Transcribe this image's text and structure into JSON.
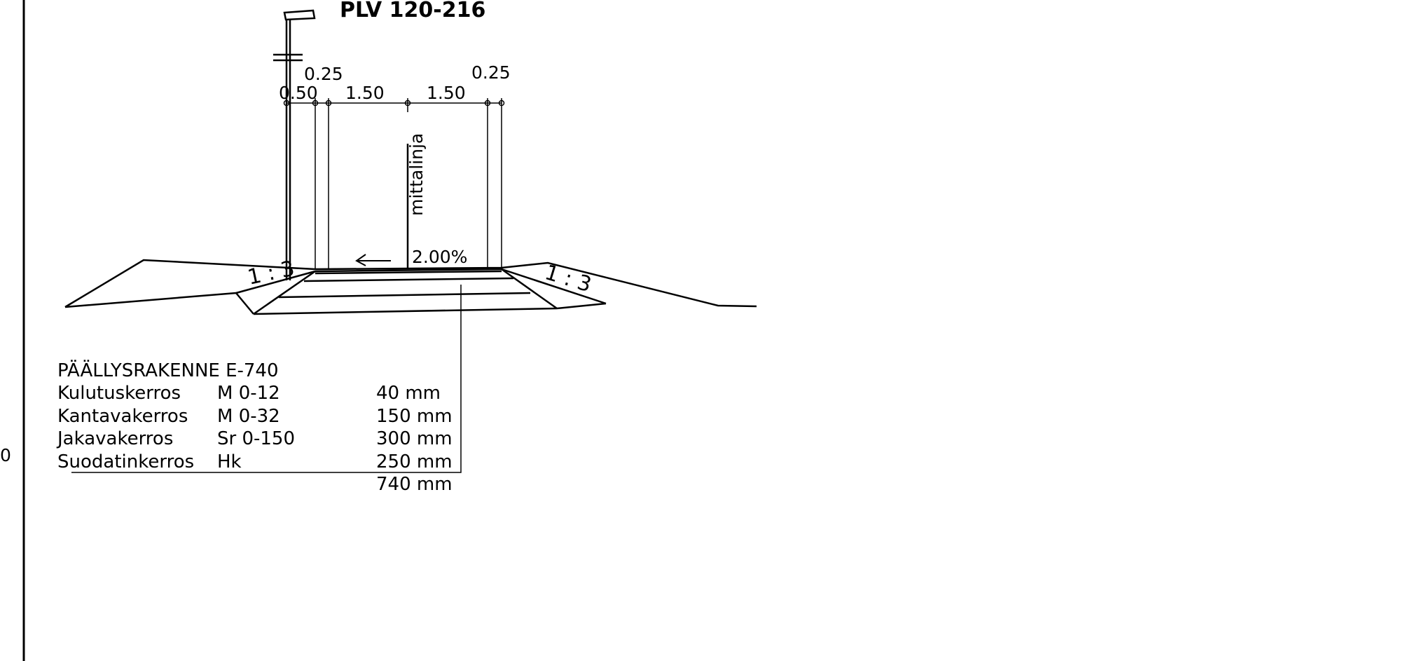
{
  "title": "PLV 120-216",
  "left_edge_text": "0",
  "dimensions": {
    "top_left": "0.25",
    "top_right": "0.25",
    "first": "0.50",
    "second": "1.50",
    "third": "1.50"
  },
  "centerline_label": "mittalinja",
  "crossfall": "2.00%",
  "slope_left": "1 : 3",
  "slope_right": "1 : 3",
  "pavement": {
    "title": "PÄÄLLYSRAKENNE E-740",
    "rows": [
      {
        "name": "Kulutuskerros",
        "material": "M 0-12",
        "thickness": "40 mm"
      },
      {
        "name": "Kantavakerros",
        "material": "M 0-32",
        "thickness": "150 mm"
      },
      {
        "name": "Jakavakerros",
        "material": "Sr 0-150",
        "thickness": "300 mm"
      },
      {
        "name": "Suodatinkerros",
        "material": "Hk",
        "thickness": "250 mm"
      }
    ],
    "total": "740 mm"
  },
  "colors": {
    "ink": "#000000",
    "background": "#ffffff"
  }
}
